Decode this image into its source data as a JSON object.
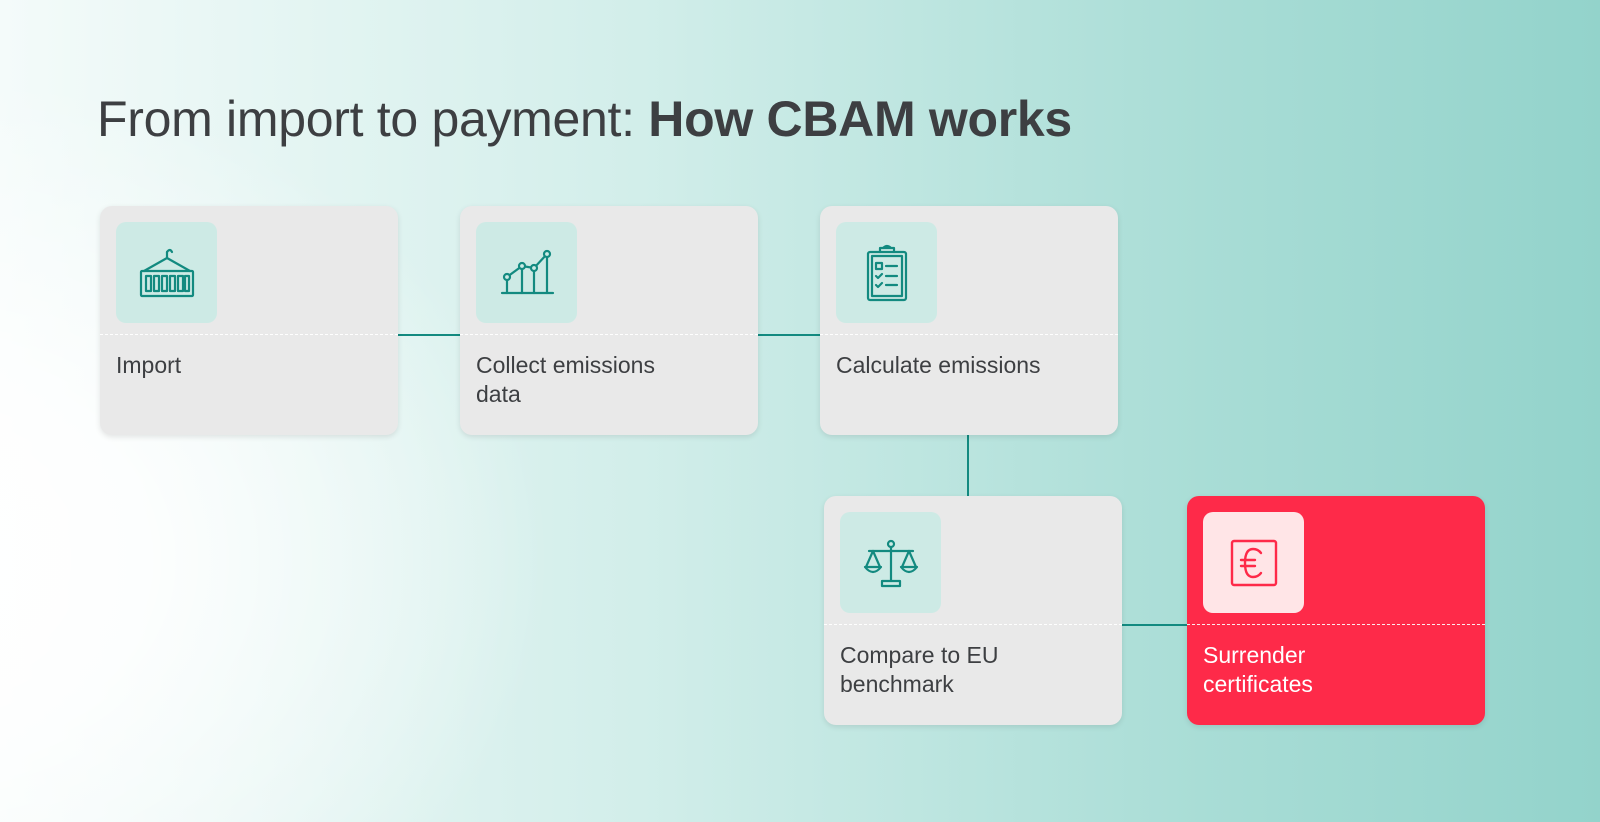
{
  "title": {
    "regular": "From import to payment: ",
    "bold": "How CBAM works"
  },
  "steps": [
    {
      "label": "Import",
      "icon": "shipping-container-icon"
    },
    {
      "label": "Collect emissions data",
      "icon": "line-chart-icon"
    },
    {
      "label": "Calculate emissions",
      "icon": "clipboard-checklist-icon"
    },
    {
      "label": "Compare to EU benchmark",
      "icon": "balance-scale-icon"
    },
    {
      "label": "Surrender certificates",
      "icon": "euro-certificate-icon"
    }
  ],
  "colors": {
    "accent_teal": "#138a80",
    "highlight_red": "#fe2a49",
    "card_gray": "#e9e9e9",
    "icon_bg": "#cdeae5",
    "text_dark": "#3d3f42"
  }
}
